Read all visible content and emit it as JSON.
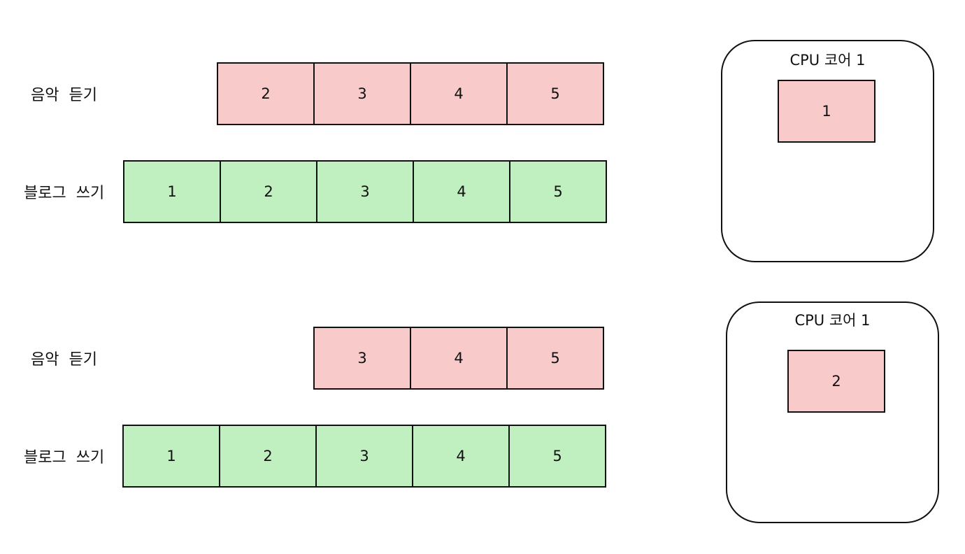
{
  "panels": [
    {
      "rows": [
        {
          "label": "음악  듣기",
          "color": "#f8cbca",
          "cells": [
            "2",
            "3",
            "4",
            "5"
          ]
        },
        {
          "label": "블로그  쓰기",
          "color": "#c0f0c0",
          "cells": [
            "1",
            "2",
            "3",
            "4",
            "5"
          ]
        }
      ],
      "core": {
        "title": "CPU  코어  1",
        "task": "1"
      }
    },
    {
      "rows": [
        {
          "label": "음악  듣기",
          "color": "#f8cbca",
          "cells": [
            "3",
            "4",
            "5"
          ]
        },
        {
          "label": "블로그  쓰기",
          "color": "#c0f0c0",
          "cells": [
            "1",
            "2",
            "3",
            "4",
            "5"
          ]
        }
      ],
      "core": {
        "title": "CPU  코어  1",
        "task": "2"
      }
    }
  ]
}
